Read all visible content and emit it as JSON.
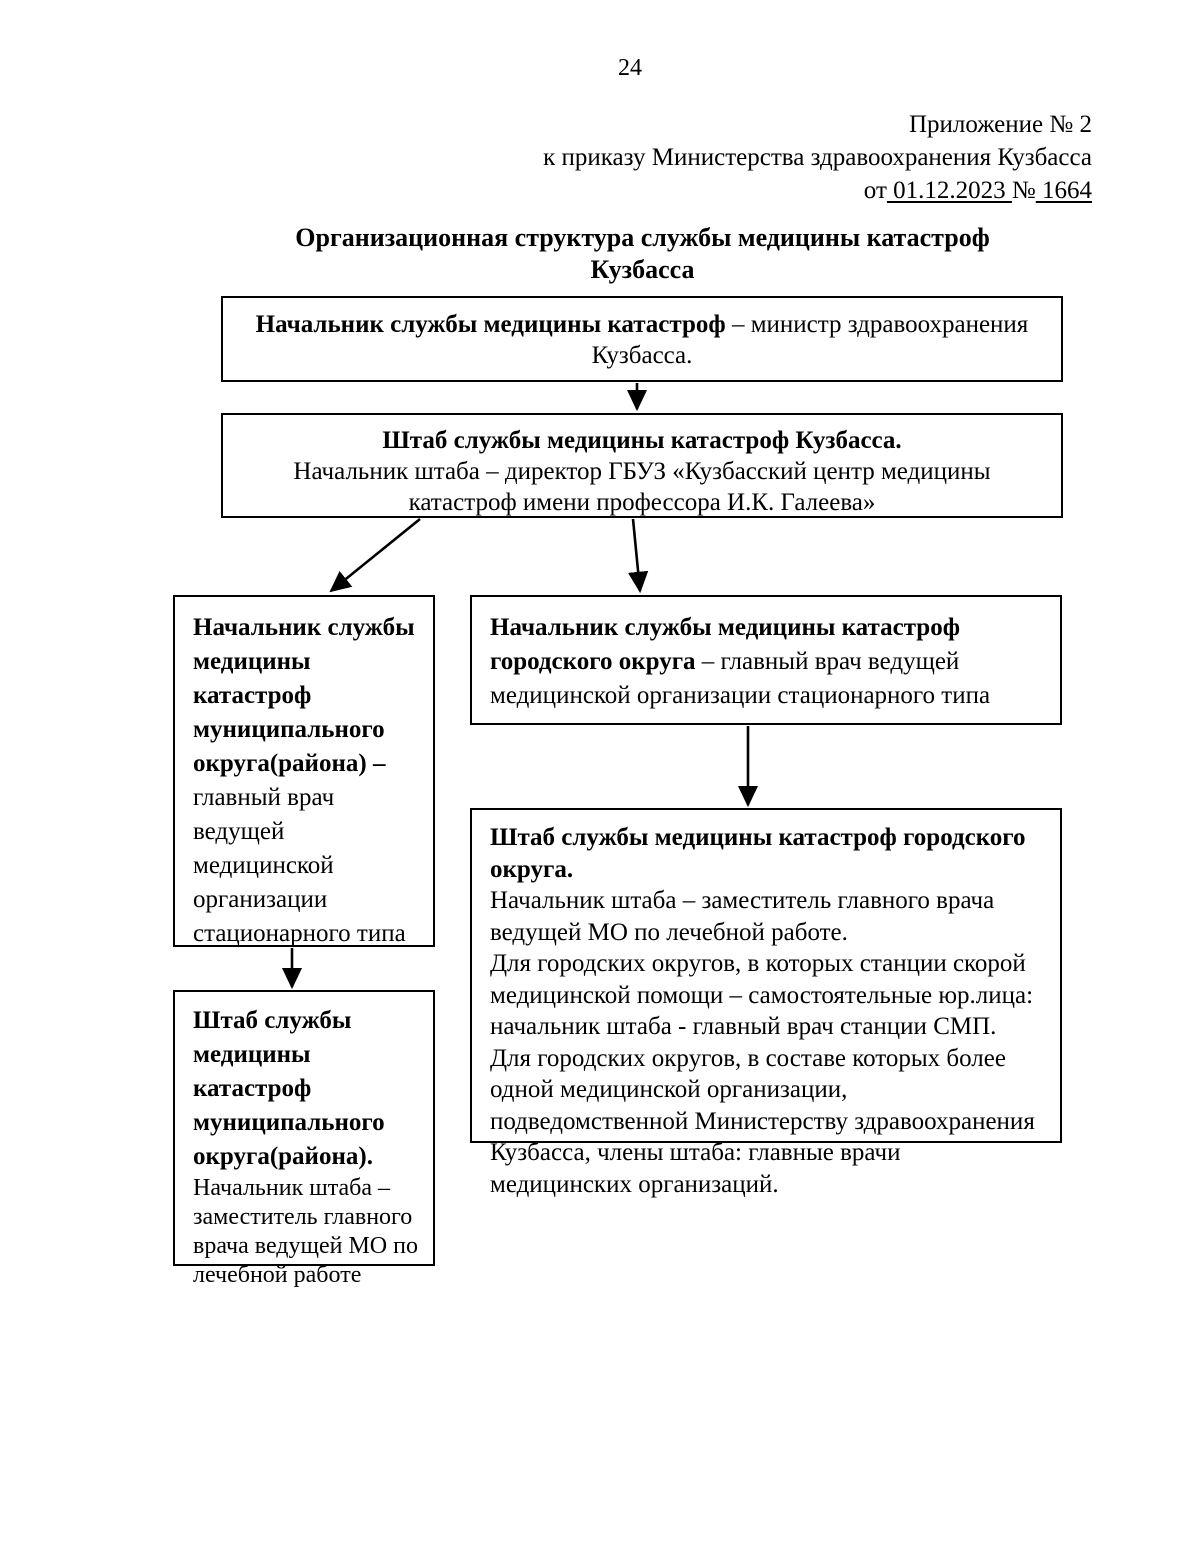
{
  "page": {
    "number": "24"
  },
  "appendix": {
    "line1": "Приложение № 2",
    "line2": "к приказу Министерства здравоохранения Кузбасса",
    "line3_prefix": "от",
    "date": " 01.12.2023 ",
    "number_label": "№",
    "number": " 1664 "
  },
  "diagram": {
    "title_line1": "Организационная структура службы медицины катастроф",
    "title_line2": "Кузбасса",
    "boxes": {
      "chief": {
        "bold": "Начальник службы медицины катастроф",
        "rest": " – министр здравоохранения Кузбасса."
      },
      "hq_kuzbass": {
        "bold": "Штаб службы медицины катастроф Кузбасса.",
        "rest": "Начальник штаба – директор ГБУЗ «Кузбасский центр медицины катастроф имени профессора И.К. Галеева»"
      },
      "chief_municipal": {
        "bold": "Начальник службы медицины катастроф муниципального округа(района) –",
        "rest": " главный врач ведущей медицинской организации стационарного типа"
      },
      "chief_city": {
        "bold": "Начальник службы медицины катастроф городского округа",
        "rest": " – главный врач ведущей медицинской организации стационарного типа"
      },
      "hq_city": {
        "bold": "Штаб службы медицины катастроф городского округа.",
        "para1": "Начальник штаба – заместитель главного врача ведущей МО по лечебной работе.",
        "para2": "Для городских округов, в которых станции скорой медицинской помощи – самостоятельные юр.лица: начальник штаба - главный врач станции СМП.",
        "para3": "Для городских округов, в составе которых более одной медицинской организации, подведомственной Министерству здравоохранения Кузбасса, члены штаба: главные врачи медицинских организаций."
      },
      "hq_municipal": {
        "bold": "Штаб службы медицины катастроф муниципального округа(района).",
        "rest": "Начальник штаба – заместитель главного врача ведущей МО по лечебной работе"
      }
    },
    "connectors": [
      {
        "name": "chief-to-hq-kuzbass",
        "from": "chief",
        "to": "hq_kuzbass",
        "style": "vertical-arrow"
      },
      {
        "name": "hq-kuzbass-to-chief-municipal",
        "from": "hq_kuzbass",
        "to": "chief_municipal",
        "style": "diagonal-arrow"
      },
      {
        "name": "hq-kuzbass-to-chief-city",
        "from": "hq_kuzbass",
        "to": "chief_city",
        "style": "vertical-arrow"
      },
      {
        "name": "chief-city-to-hq-city",
        "from": "chief_city",
        "to": "hq_city",
        "style": "vertical-arrow"
      },
      {
        "name": "chief-municipal-to-hq-municipal",
        "from": "chief_municipal",
        "to": "hq_municipal",
        "style": "vertical-arrow"
      }
    ]
  },
  "colors": {
    "text": "#000000",
    "page_background": "#ffffff",
    "box_border": "#000000"
  }
}
